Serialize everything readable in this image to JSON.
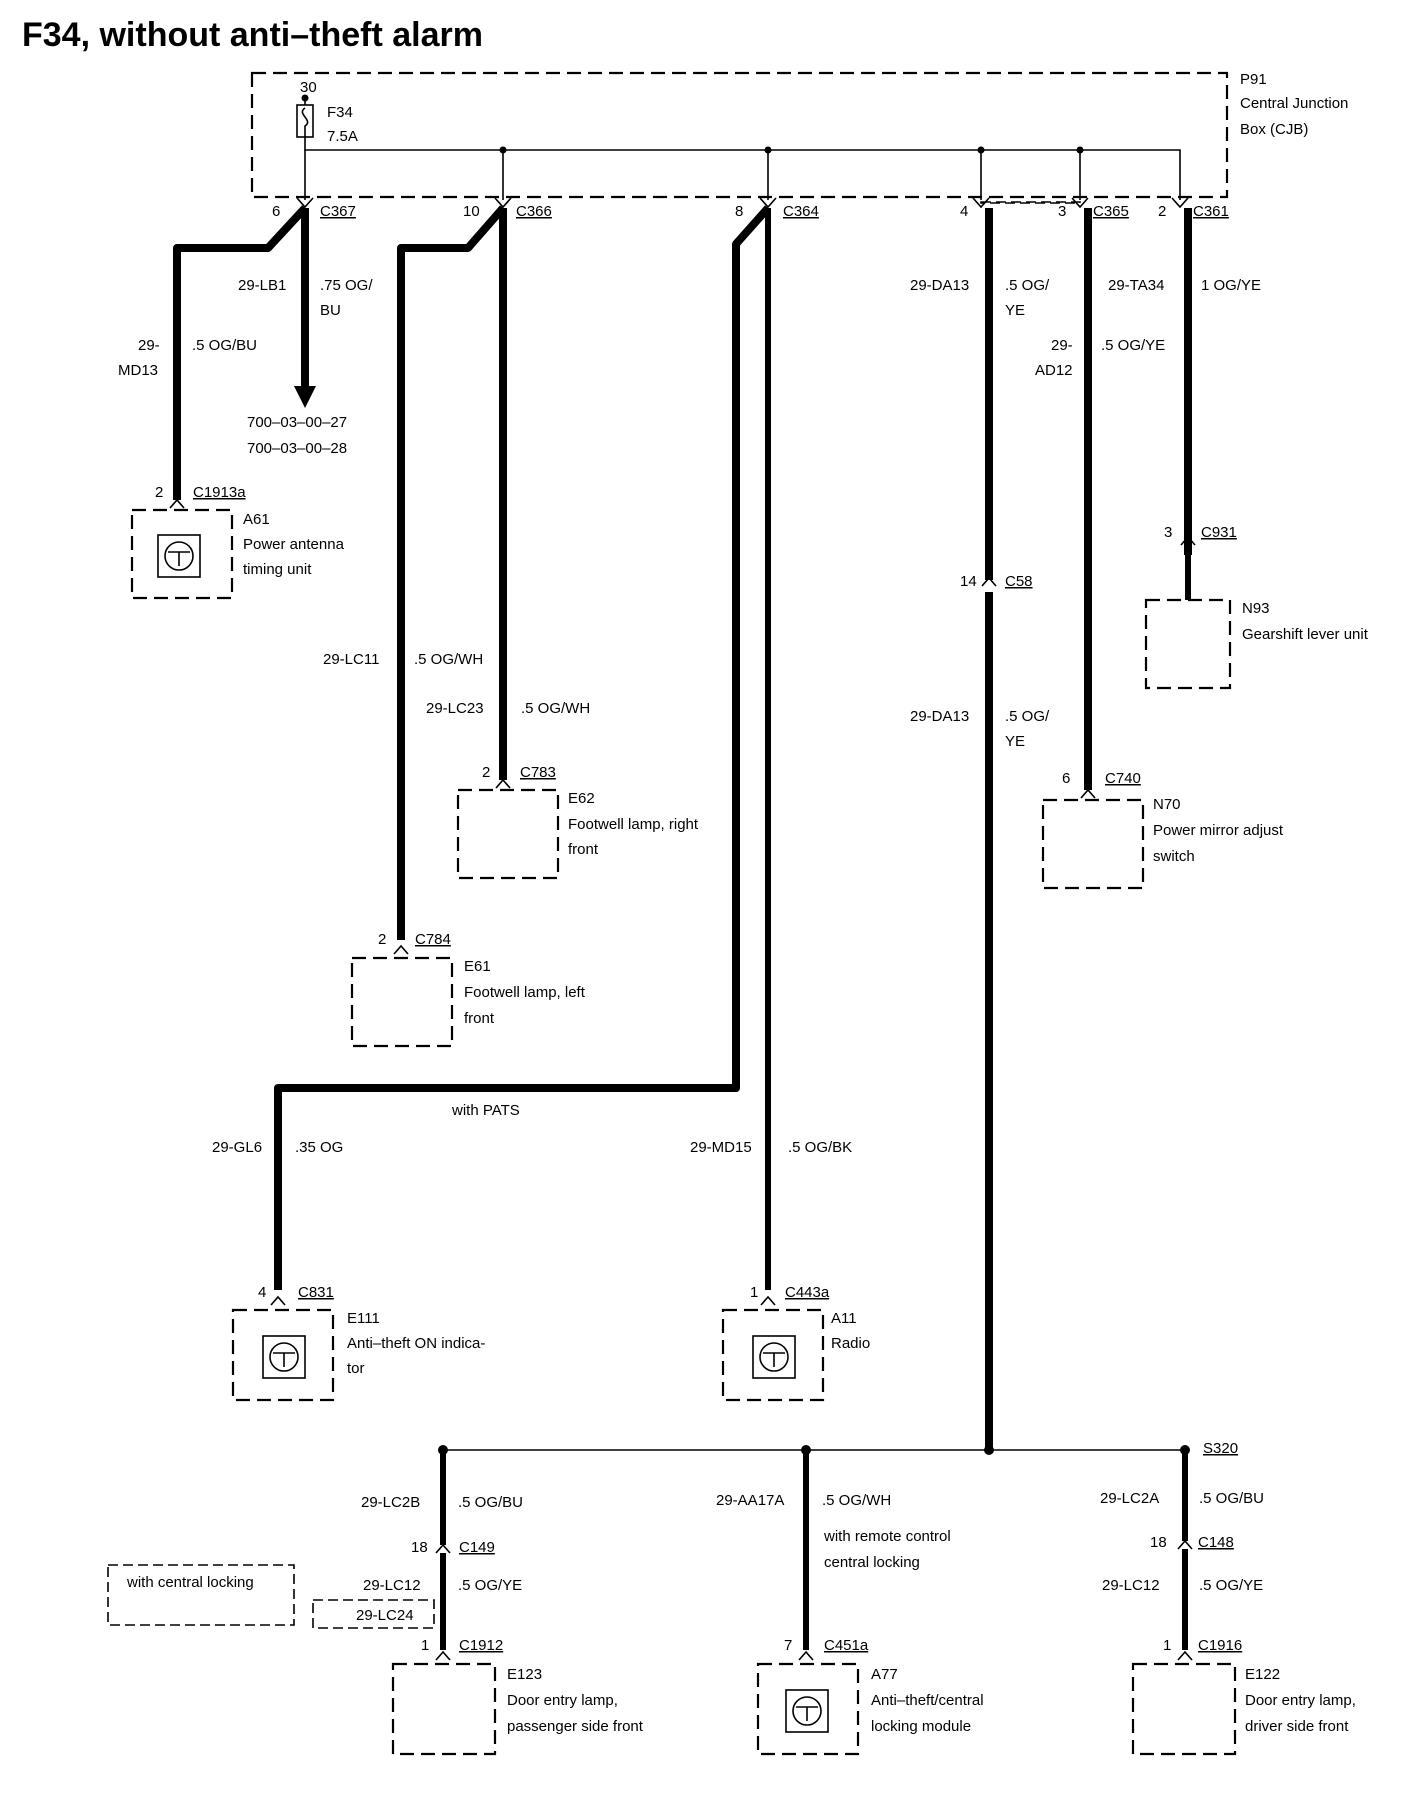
{
  "title": "F34, without anti–theft alarm",
  "cjb": {
    "id": "P91",
    "line1": "Central Junction",
    "line2": "Box (CJB)"
  },
  "fuse": {
    "terminal": "30",
    "id": "F34",
    "rating": "7.5A"
  },
  "connectors": {
    "c367": {
      "pin": "6",
      "id": "C367"
    },
    "c366": {
      "pin": "10",
      "id": "C366"
    },
    "c364": {
      "pin": "8",
      "id": "C364"
    },
    "c58top": {
      "pin": "4"
    },
    "c365": {
      "pin": "3",
      "id": "C365"
    },
    "c361": {
      "pin": "2",
      "id": "C361"
    },
    "c1913a": {
      "pin": "2",
      "id": "C1913a"
    },
    "c931": {
      "pin": "3",
      "id": "C931"
    },
    "c58": {
      "pin": "14",
      "id": "C58"
    },
    "c783": {
      "pin": "2",
      "id": "C783"
    },
    "c740": {
      "pin": "6",
      "id": "C740"
    },
    "c784": {
      "pin": "2",
      "id": "C784"
    },
    "c831": {
      "pin": "4",
      "id": "C831"
    },
    "c443a": {
      "pin": "1",
      "id": "C443a"
    },
    "s320": {
      "id": "S320"
    },
    "c149": {
      "pin": "18",
      "id": "C149"
    },
    "c148": {
      "pin": "18",
      "id": "C148"
    },
    "c1912": {
      "pin": "1",
      "id": "C1912"
    },
    "c451a": {
      "pin": "7",
      "id": "C451a"
    },
    "c1916": {
      "pin": "1",
      "id": "C1916"
    }
  },
  "wires": {
    "lb1": {
      "circuit": "29-LB1",
      "size1": ".75 OG/",
      "size2": "BU"
    },
    "md13": {
      "circuit1": "29-",
      "circuit2": "MD13",
      "size": ".5 OG/BU"
    },
    "ref1": "700–03–00–27",
    "ref2": "700–03–00–28",
    "da13a": {
      "circuit": "29-DA13",
      "size1": ".5 OG/",
      "size2": "YE"
    },
    "ta34": {
      "circuit": "29-TA34",
      "size": "1 OG/YE"
    },
    "ad12": {
      "circuit1": "29-",
      "circuit2": "AD12",
      "size": ".5 OG/YE"
    },
    "lc11": {
      "circuit": "29-LC11",
      "size": ".5 OG/WH"
    },
    "lc23": {
      "circuit": "29-LC23",
      "size": ".5 OG/WH"
    },
    "da13b": {
      "circuit": "29-DA13",
      "size1": ".5 OG/",
      "size2": "YE"
    },
    "with_pats": "with PATS",
    "gl6": {
      "circuit": "29-GL6",
      "size": ".35 OG"
    },
    "md15": {
      "circuit": "29-MD15",
      "size": ".5 OG/BK"
    },
    "lc2b": {
      "circuit": "29-LC2B",
      "size": ".5 OG/BU"
    },
    "aa17a": {
      "circuit": "29-AA17A",
      "size": ".5 OG/WH"
    },
    "remote_note1": "with remote control",
    "remote_note2": "central locking",
    "lc2a": {
      "circuit": "29-LC2A",
      "size": ".5 OG/BU"
    },
    "lc12_left": {
      "circuit": "29-LC12",
      "size": ".5 OG/YE"
    },
    "lc24": "29-LC24",
    "lc12_right": {
      "circuit": "29-LC12",
      "size": ".5 OG/YE"
    },
    "central_locking_note": "with central locking"
  },
  "components": {
    "a61": {
      "id": "A61",
      "line1": "Power antenna",
      "line2": "timing unit"
    },
    "n93": {
      "id": "N93",
      "line1": "Gearshift lever unit"
    },
    "e62": {
      "id": "E62",
      "line1": "Footwell lamp, right",
      "line2": "front"
    },
    "n70": {
      "id": "N70",
      "line1": "Power mirror adjust",
      "line2": "switch"
    },
    "e61": {
      "id": "E61",
      "line1": "Footwell lamp, left",
      "line2": "front"
    },
    "e111": {
      "id": "E111",
      "line1": "Anti–theft ON indica-",
      "line2": "tor"
    },
    "a11": {
      "id": "A11",
      "line1": "Radio"
    },
    "e123": {
      "id": "E123",
      "line1": "Door entry lamp,",
      "line2": "passenger side front"
    },
    "a77": {
      "id": "A77",
      "line1": "Anti–theft/central",
      "line2": "locking module"
    },
    "e122": {
      "id": "E122",
      "line1": "Door entry lamp,",
      "line2": "driver side front"
    }
  }
}
